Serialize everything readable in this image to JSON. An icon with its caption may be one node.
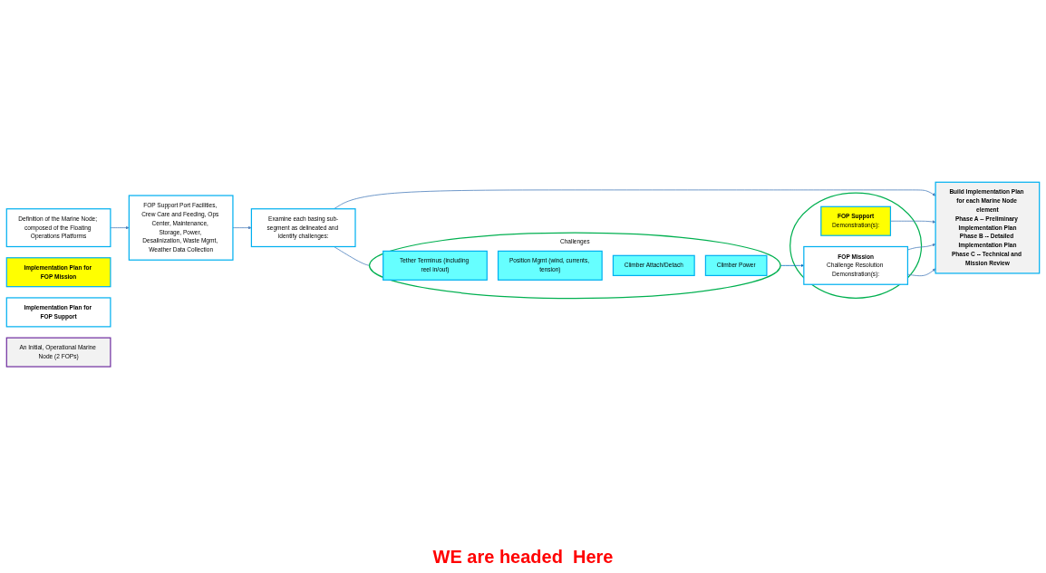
{
  "diagram": {
    "nodes": [
      {
        "text": [
          "Definition of the Marine Node; composed of the Floating Operations Platforms"
        ]
      },
      {
        "text": [
          "FOP Support Port Facilities, Crew Care and Feeding, Ops Center, Maintenance, Storage, Power, Desalinization, Waste Mgmt, Weather Data Collection"
        ]
      },
      {
        "text": [
          "Examine each basing sub-segment as delineated and identify challenges:"
        ]
      },
      {
        "text": [
          "Implementation Plan for FOP Mission"
        ]
      },
      {
        "text": [
          "Implementation Plan for FOP Support"
        ]
      },
      {
        "text": [
          "Build Implementation Plan for each Marine Node element",
          "Phase A -- Preliminary Implementation Plan",
          "Phase B -- Detailed Implementation Plan",
          "Phase C -- Technical and Mission Review"
        ]
      },
      {
        "text": [
          "Challenges"
        ]
      },
      {
        "text": [
          "Tether Terminus (including reel in/out)"
        ],
        "in": 6
      },
      {
        "text": [
          "Position Mgmt (wind, currents, tension)"
        ],
        "in": 6
      },
      {
        "text": [
          "Climber Attach/Detach"
        ],
        "in": 6
      },
      {
        "text": [
          "Climber Power"
        ],
        "in": 6
      },
      {
        "text": [],
        "shape": "circle"
      },
      {
        "text": [
          "FOP Support",
          "Demonstration(s):"
        ],
        "in": 11
      },
      {
        "text": [
          "FOP Mission",
          "Challenge Resolution Demonstration(s):"
        ],
        "in": 11
      },
      {
        "text": [
          "An Initial, Operational Marine Node (2 FOPs)"
        ]
      }
    ],
    "edges": [
      {
        "from": 0,
        "to": 1,
        "arrow": "to"
      },
      {
        "from": 1,
        "to": 2,
        "arrow": "to"
      },
      {
        "from": 2,
        "to": 5,
        "arrow": "to"
      },
      {
        "from": 2,
        "to": 6,
        "arrow": "to"
      },
      {
        "from": 6,
        "to": 13,
        "arrow": "to",
        "color": "#0070c0"
      },
      {
        "from": 12,
        "to": 5,
        "arrow": "to"
      },
      {
        "from": 13,
        "to": 5,
        "arrow": "to"
      },
      {
        "from": 13,
        "to": 5,
        "arrow": "to"
      }
    ],
    "labels": [
      "WE are headed  Here"
    ]
  }
}
